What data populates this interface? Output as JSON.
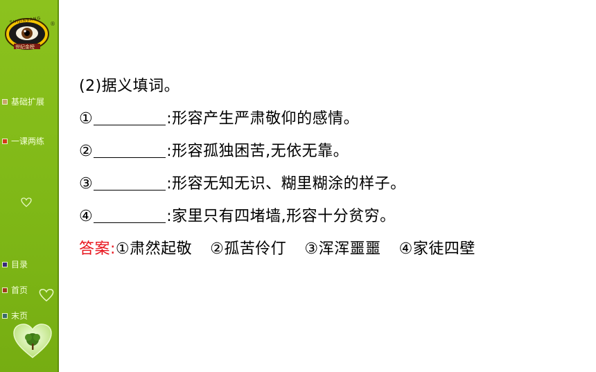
{
  "sidebar": {
    "logo_text": "SHIJINBANG",
    "logo_subtext": "世纪金榜",
    "registered": "®",
    "menu": [
      {
        "label": "基础扩展",
        "color": "#c8a46a"
      },
      {
        "label": "一课两练",
        "color": "#d43a1a"
      }
    ],
    "bottom_nav": [
      {
        "label": "目录",
        "color": "#3a2a7a"
      },
      {
        "label": "首页",
        "color": "#a03a1a"
      },
      {
        "label": "末页",
        "color": "#3a6a6a"
      }
    ]
  },
  "content": {
    "heading": "(2)据义填词。",
    "items": [
      {
        "marker": "①",
        "text": ":形容产生严肃敬仰的感情。"
      },
      {
        "marker": "②",
        "text": ":形容孤独困苦,无依无靠。"
      },
      {
        "marker": "③",
        "text": ":形容无知无识、糊里糊涂的样子。"
      },
      {
        "marker": "④",
        "text": ":家里只有四堵墙,形容十分贫穷。"
      }
    ],
    "answer_label": "答案:",
    "answers": [
      "①肃然起敬",
      "②孤苦伶仃",
      "③浑浑噩噩",
      "④家徒四壁"
    ],
    "answer_color": "#e8141c"
  }
}
